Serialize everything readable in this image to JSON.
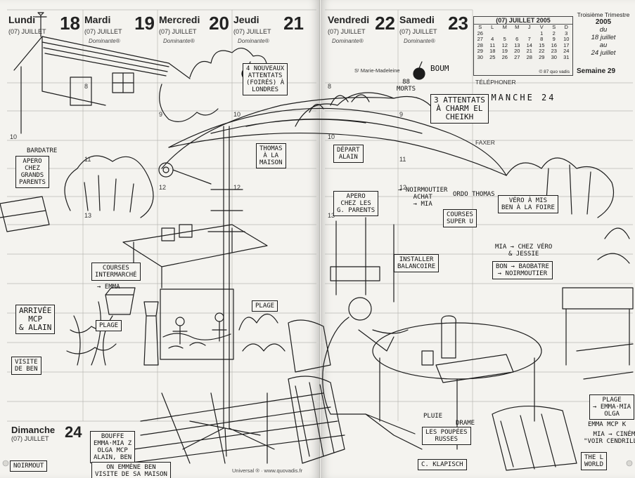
{
  "days": [
    {
      "name": "Lundi",
      "num": "18",
      "month": "(07) JUILLET"
    },
    {
      "name": "Mardi",
      "num": "19",
      "month": "(07) JUILLET",
      "note": "Dominante®"
    },
    {
      "name": "Mercredi",
      "num": "20",
      "month": "(07) JUILLET",
      "note": "Dominante®"
    },
    {
      "name": "Jeudi",
      "num": "21",
      "month": "(07) JUILLET",
      "note": "Dominante®"
    },
    {
      "name": "Vendredi",
      "num": "22",
      "month": "(07) JUILLET",
      "note": "Dominante®"
    },
    {
      "name": "Samedi",
      "num": "23",
      "month": "(07) JUILLET",
      "note": "Dominante®"
    }
  ],
  "sunday": {
    "name": "Dimanche",
    "num": "24",
    "month": "(07) JUILLET"
  },
  "hours": [
    "8",
    "9",
    "10",
    "11",
    "12",
    "13",
    "8",
    "9",
    "10",
    "11",
    "12",
    "13",
    "10",
    "12"
  ],
  "saint": "Sᵗ Marie-Madeleine",
  "mini_calendar": {
    "title": "(07) JUILLET 2005",
    "head": [
      "S",
      "L",
      "M",
      "M",
      "J",
      "V",
      "S",
      "D"
    ],
    "rows": [
      [
        "26",
        "",
        "",
        "",
        "",
        "1",
        "2",
        "3"
      ],
      [
        "27",
        "4",
        "5",
        "6",
        "7",
        "8",
        "9",
        "10"
      ],
      [
        "28",
        "11",
        "12",
        "13",
        "14",
        "15",
        "16",
        "17"
      ],
      [
        "29",
        "18",
        "19",
        "20",
        "21",
        "22",
        "23",
        "24"
      ],
      [
        "30",
        "25",
        "26",
        "27",
        "28",
        "29",
        "30",
        "31"
      ]
    ],
    "footer": "© 87 quo vadis"
  },
  "trimestre": {
    "line1": "Troisième Trimestre",
    "year": "2005",
    "du": "du",
    "from": "18 juillet",
    "au": "au",
    "to": "24 juillet"
  },
  "week": "Semaine 29",
  "telephone": "TÉLÉPHONER",
  "faxer": "FAXER",
  "dimanche_header": "DIMANCHE 24",
  "footer_text": "Universal ® · www.quovadis.fr",
  "notes": {
    "bandatre": "BARDATRE",
    "apero_left": "APERO\nCHEZ\nGRANDS\nPARENTS",
    "attentats_londres": "4 NOUVEAUX\nATTENTATS\n(FOIRÉS) À\nLONDRES",
    "thomas_maison": "THOMAS\nÀ LA\nMAISON",
    "depart_alain": "DÉPART\nALAIN",
    "boum": "BOUM",
    "morts": "88\nMORTS",
    "attentats_cheikh": "3 ATTENTATS\nÀ CHARM EL\nCHEIKH",
    "apero_right": "APERO\nCHEZ LES\nG. PARENTS",
    "noirmoutier": "→ NOIRMOUTIER\nACHAT\n→ MIA",
    "courses_super": "COURSES\nSUPER U",
    "ordo_thomas": "ORDO THOMAS",
    "vero": "VÉRO À MIS\nBEN À LA FOIRE",
    "installer": "INSTALLER\nBALANCOIRE",
    "mia_vero": "MIA → CHEZ VÉRO\n& JESSIE",
    "bon_noirmoutier": "BON → BAOBATRE\n→ NOIRMOUTIER",
    "courses_inter": "COURSES\nINTERMARCHÉ",
    "emma": "→ EMMA",
    "arrivee": "ARRIVÉE\nMCP\n& ALAIN",
    "visite_ben": "VISITE\nDE BEN",
    "plage_1": "PLAGE",
    "plage_2": "PLAGE",
    "plage_3": "PLAGE\n→ EMMA·MIA\nOLGA",
    "emma_mcp": "EMMA MCP K",
    "mia_cinema": "MIA → CINÉMA\n\"VOIR CENDRILLON\"",
    "bouffe": "BOUFFE\nEMMA·MIA Z\nOLGA MCP\nALAIN, BEN",
    "noirmout_bottom": "NOIRMOUT",
    "on_emmene": "ON EMMÈNE BEN\nVISITE DE SA MAISON",
    "pluie": "PLUIE",
    "drame": "DRAME",
    "poupees": "LES POUPÉES\nRUSSES",
    "klapisch": "C. KLAPISCH",
    "world": "THE L\nWORLD"
  }
}
